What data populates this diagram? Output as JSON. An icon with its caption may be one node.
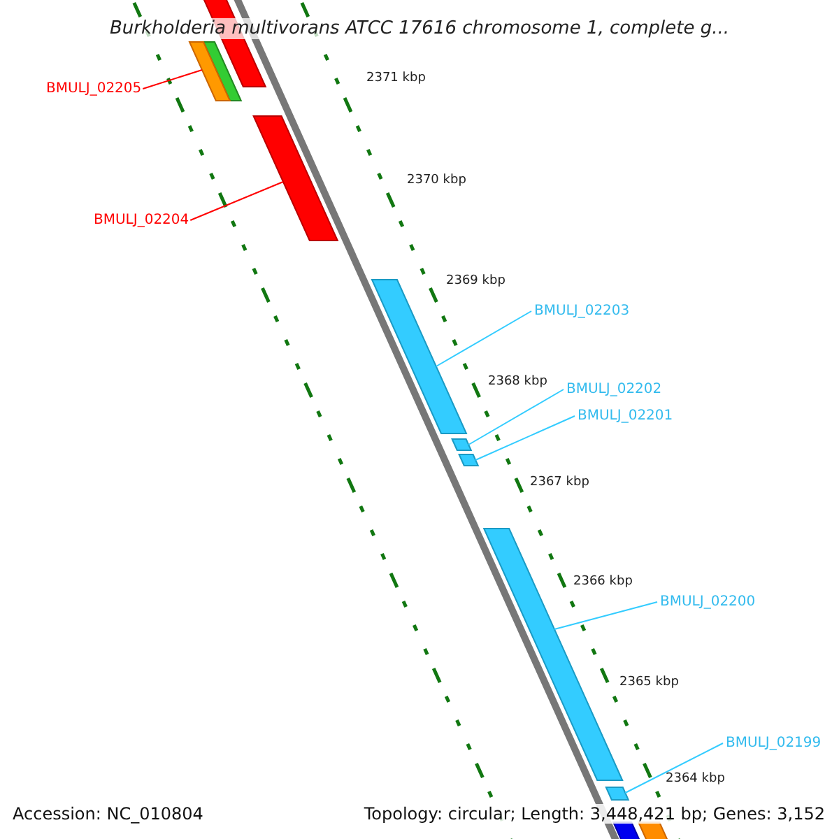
{
  "diagram": {
    "title": "Burkholderia multivorans ATCC 17616 chromosome 1, complete g...",
    "nodes": [
      {
        "text": [
          "BMULJ_02205"
        ]
      },
      {
        "text": [
          "BMULJ_02204"
        ]
      },
      {
        "text": [
          "BMULJ_02203"
        ]
      },
      {
        "text": [
          "BMULJ_02202"
        ]
      },
      {
        "text": [
          "BMULJ_02201"
        ]
      },
      {
        "text": [
          "BMULJ_02200"
        ]
      },
      {
        "text": [
          "BMULJ_02199"
        ]
      },
      {
        "text": [],
        "shape": "bar"
      },
      {
        "text": [],
        "shape": "bar"
      },
      {
        "text": [],
        "shape": "bar"
      },
      {
        "text": [],
        "shape": "bar"
      },
      {
        "text": [],
        "shape": "bar"
      },
      {
        "text": [],
        "shape": "bar"
      },
      {
        "text": [],
        "shape": "bar"
      }
    ],
    "edges": [
      {
        "from": 0,
        "to": 7,
        "arrow": "none",
        "color": "#ff0000"
      },
      {
        "from": 1,
        "to": 8,
        "arrow": "none",
        "color": "#ff0000"
      },
      {
        "from": 2,
        "to": 9,
        "arrow": "none"
      },
      {
        "from": 3,
        "to": 10,
        "arrow": "none"
      },
      {
        "from": 4,
        "to": 11,
        "arrow": "none"
      },
      {
        "from": 5,
        "to": 12,
        "arrow": "none"
      },
      {
        "from": 6,
        "to": 13,
        "arrow": "none"
      }
    ],
    "labels": [
      "2371 kbp",
      "2370 kbp",
      "2369 kbp",
      "2368 kbp",
      "2367 kbp",
      "2366 kbp",
      "2365 kbp",
      "2364 kbp",
      "Accession: NC_010804",
      "Topology: circular; Length: 3,448,421 bp; Genes: 3,152"
    ]
  }
}
